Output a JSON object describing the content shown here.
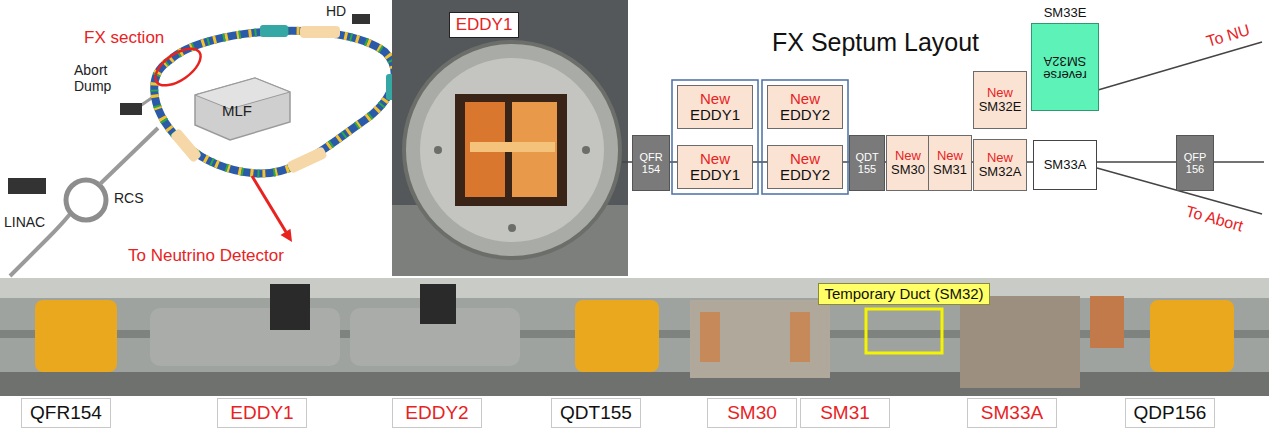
{
  "diagram": {
    "nodes": [
      {
        "text": [
          "EDDY1"
        ]
      },
      {
        "text": [
          "QFR 154"
        ]
      },
      {
        "text": [
          "New",
          "EDDY1"
        ]
      },
      {
        "text": [
          "New",
          "EDDY1"
        ]
      },
      {
        "text": [
          "New",
          "EDDY2"
        ]
      },
      {
        "text": [
          "New",
          "EDDY2"
        ]
      },
      {
        "text": [
          "QDT 155"
        ]
      },
      {
        "text": [
          "New",
          "SM30"
        ]
      },
      {
        "text": [
          "New",
          "SM31"
        ]
      },
      {
        "text": [
          "New",
          "SM32E"
        ]
      },
      {
        "text": [
          "New",
          "SM32A"
        ]
      },
      {
        "text": [
          "SM33E",
          "reverse SM32A"
        ]
      },
      {
        "text": [
          "SM33A"
        ]
      },
      {
        "text": [
          "QFP 156"
        ]
      },
      {
        "text": [
          "Temporary Duct (SM32)"
        ]
      },
      {
        "text": [
          "QFR154"
        ]
      },
      {
        "text": [
          "EDDY1"
        ]
      },
      {
        "text": [
          "EDDY2"
        ]
      },
      {
        "text": [
          "QDT155"
        ]
      },
      {
        "text": [
          "SM30"
        ]
      },
      {
        "text": [
          "SM31"
        ]
      },
      {
        "text": [
          "SM33A"
        ]
      },
      {
        "text": [
          "QDP156"
        ]
      }
    ],
    "labels": [
      "FX section",
      "HD",
      "Abort Dump",
      "MLF",
      "RCS",
      "LINAC",
      "To Neutrino Detector",
      "FX Septum Layout",
      "To NU",
      "To Abort"
    ]
  }
}
